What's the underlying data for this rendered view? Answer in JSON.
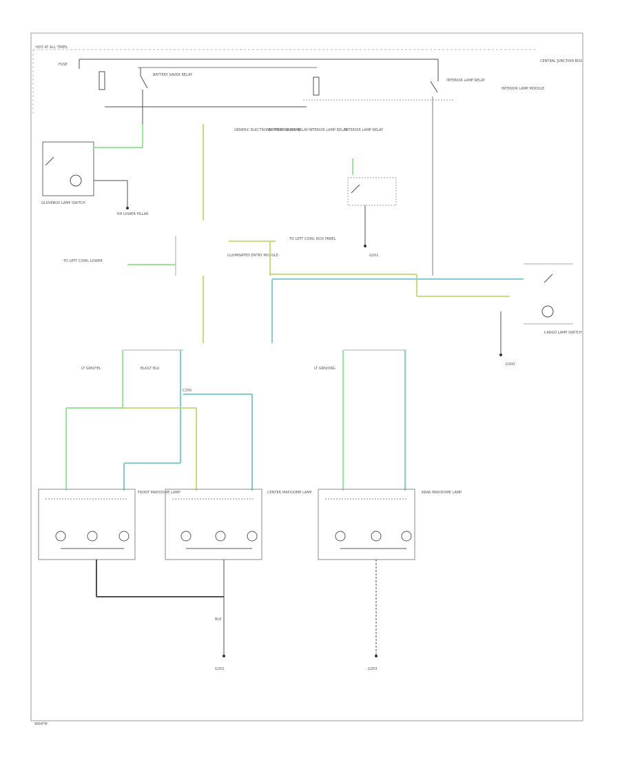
{
  "diagram": {
    "fig_id": "W64TM",
    "header": {
      "hot_at_all_times": "HOT AT ALL TIMES",
      "fuse": "FUSE",
      "central_junction": "CENTRAL JUNCTION BOX"
    },
    "relays": {
      "battery_saver": "BATTERY SAVER RELAY",
      "interior_lamp": "INTERIOR LAMP RELAY",
      "ilm": "INTERIOR LAMP MODULE"
    },
    "notes": {
      "mod_a": "GENERIC ELECTRONIC MODULE (GEM)",
      "mod_b": "BATTERY SAVER RELAY",
      "mod_c": "INTERIOR LAMP RELAY",
      "mod_d": "INTERIOR LAMP RELAY"
    },
    "components": {
      "glovebox": "GLOVEBOX LAMP SWITCH",
      "right_pillar": "RH LOWER PILLAR",
      "left_pillar": "TO LEFT COWL LOWER",
      "to_left_kick": "TO LEFT COWL KICK PANEL",
      "ctrl_head": "ILLUMINATED ENTRY MODULE",
      "splice": "C200",
      "front_dome": "FRONT MAP/DOME LAMP",
      "center_dome": "CENTER MAP/DOME LAMP",
      "rear_dome": "REAR MAP/DOME LAMP",
      "cargo_lamp": "CARGO LAMP SWITCH",
      "g201": "G201",
      "g202": "G202",
      "g203": "G203",
      "g300": "G300"
    },
    "wires": [
      {
        "color": "LT GRN/YEL"
      },
      {
        "color": "BLK/LT BLU"
      },
      {
        "color": "LT GRN/ORG"
      },
      {
        "color": "BLK"
      }
    ],
    "colors": {
      "lt_grn": "#99e89a",
      "yel_grn": "#c4e07c",
      "lt_blu": "#7ccfd6",
      "dark": "#4d4d4d",
      "gray": "#9c9c9c"
    }
  }
}
